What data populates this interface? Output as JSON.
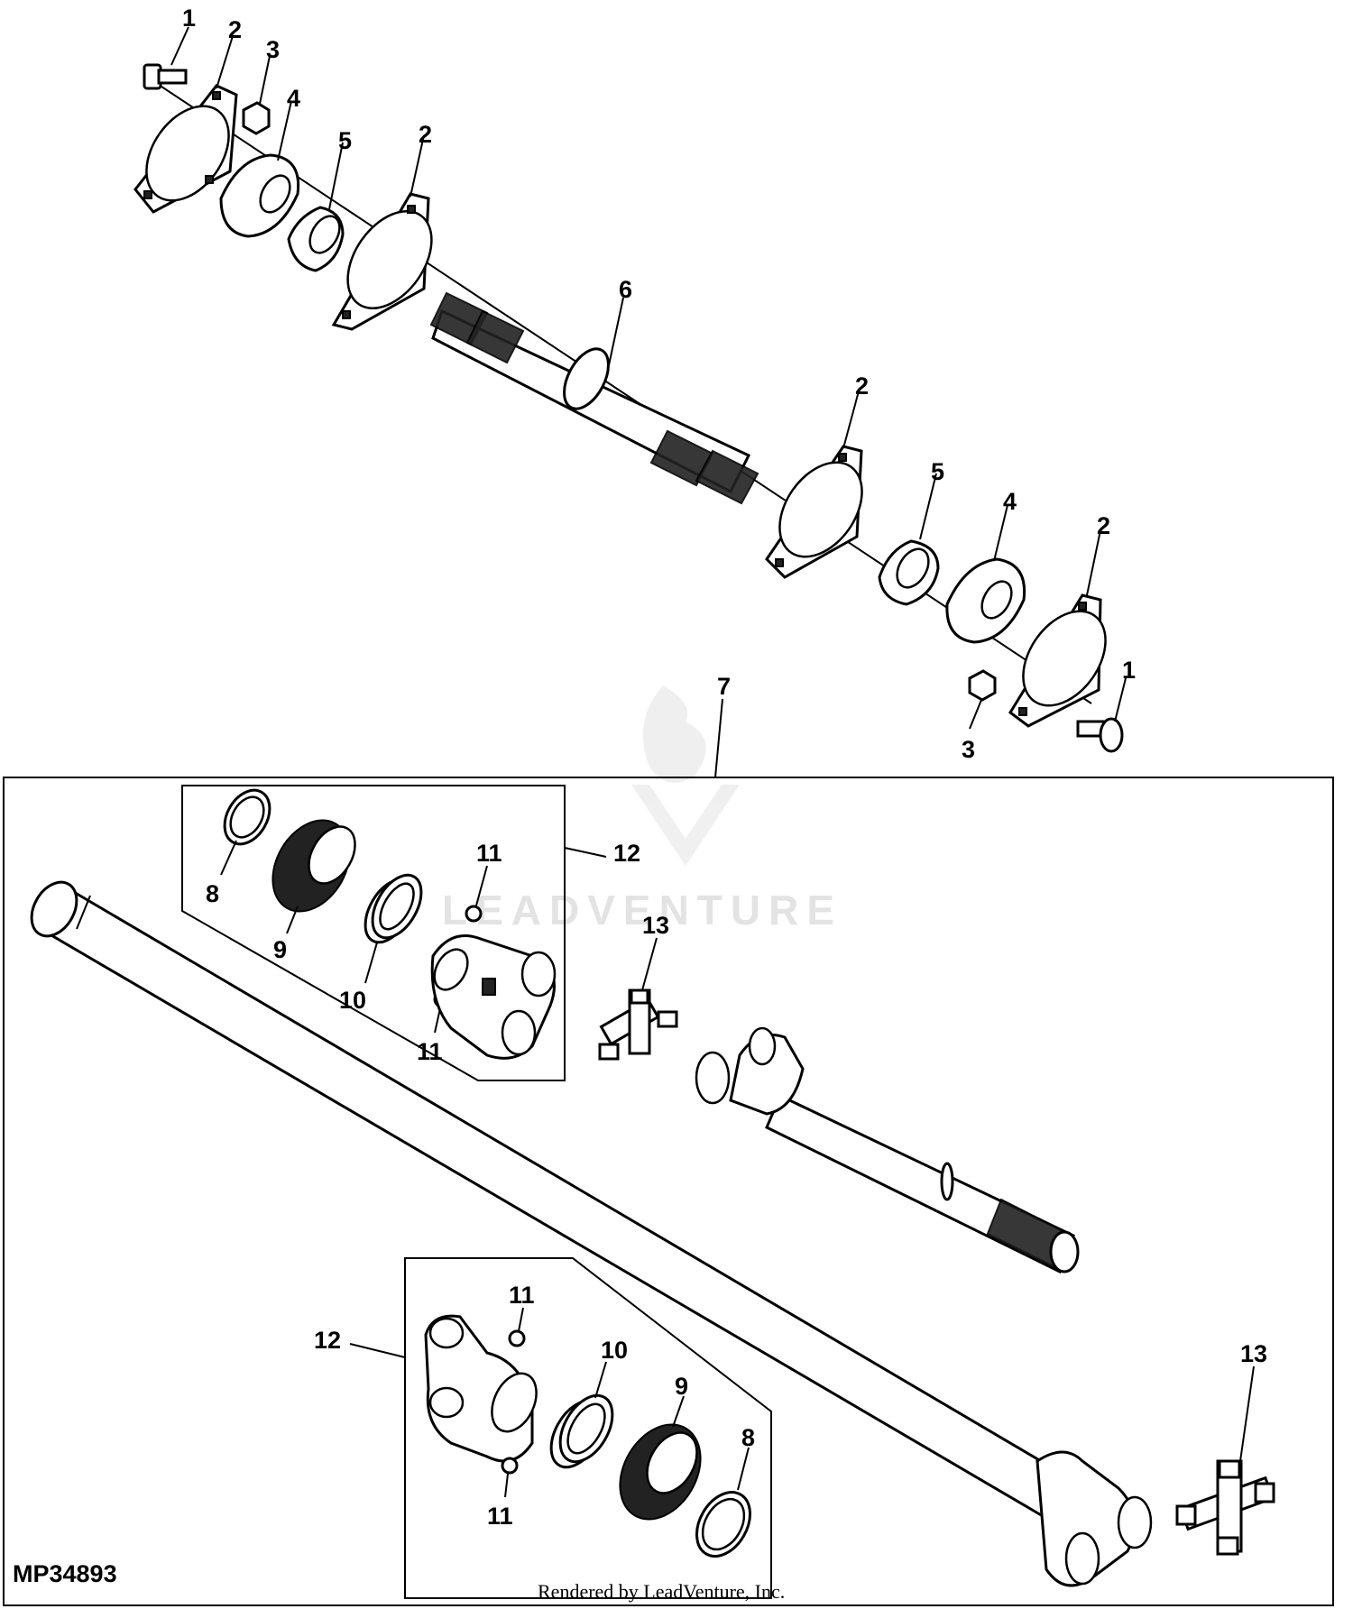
{
  "figure_id": "MP34893",
  "credit": "Rendered by LeadVenture, Inc.",
  "watermark": "LEADVENTURE",
  "callouts": {
    "bolt_left": "1",
    "flange_left_outer": "2",
    "nut_left": "3",
    "bearing_left": "4",
    "collar_left": "5",
    "flange_left_inner": "2",
    "jackshaft": "6",
    "flange_right_inner": "2",
    "collar_right": "5",
    "bearing_right": "4",
    "flange_right_outer": "2",
    "bolt_right": "1",
    "nut_right": "3",
    "driveshaft_assembly": "7",
    "upper_kit": "12",
    "upper_snap_ring": "8",
    "upper_shield_bearing": "9",
    "upper_spring": "10",
    "upper_grease_fitting_top": "11",
    "upper_grease_fitting_bottom": "11",
    "upper_cross": "13",
    "lower_kit": "12",
    "lower_grease_fitting_top": "11",
    "lower_spring": "10",
    "lower_shield_bearing": "9",
    "lower_snap_ring": "8",
    "lower_grease_fitting_bottom": "11",
    "lower_cross": "13"
  }
}
